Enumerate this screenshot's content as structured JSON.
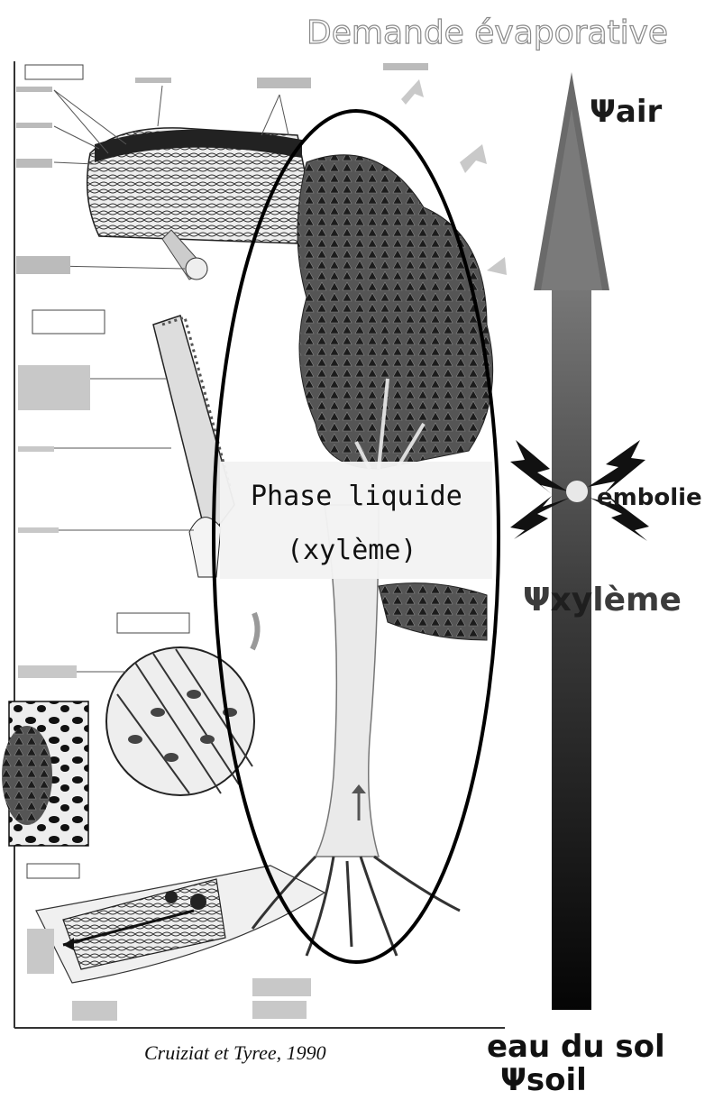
{
  "title": "Demande évaporative",
  "labels": {
    "psi_air": "Ψair",
    "psi_xylem": "Ψxylème",
    "embolism": "embolie",
    "water_soil": "eau du sol",
    "psi_soil": "Ψsoil",
    "phase_line1": "Phase liquide",
    "phase_line2": "(xylème)"
  },
  "citation": "Cruiziat et Tyree, 1990",
  "colors": {
    "arrow_top": "#6e6e6e",
    "arrow_bottom": "#050505",
    "ellipse": "#000000",
    "phase_box": "#f2f2f2"
  },
  "icons": [
    "lightning-bolt-icon",
    "evaporation-arrow-icon"
  ]
}
